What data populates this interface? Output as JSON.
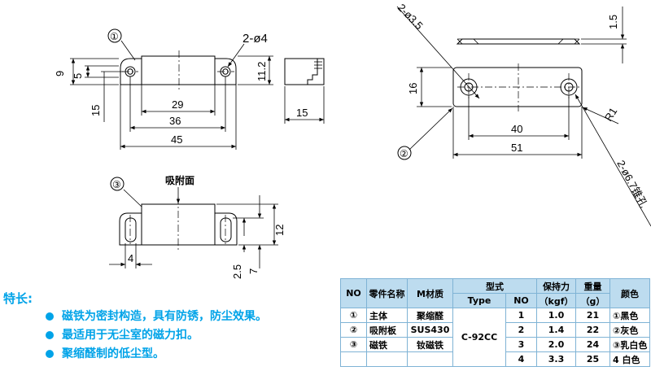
{
  "labels": {
    "marker1": "①",
    "marker2": "②",
    "marker3": "③",
    "holes_top": "2-ø4",
    "adhesion_face": "吸附面",
    "hole_right": "2-ø3.5",
    "countersink": "2-ø6.7锥孔",
    "radius": "R1"
  },
  "dims": {
    "d9": "9",
    "d5": "5",
    "d15a": "15",
    "d29": "29",
    "d36": "36",
    "d45": "45",
    "d112": "11.2",
    "d15b": "15",
    "d16": "16",
    "d40": "40",
    "d51": "51",
    "d15c": "1.5",
    "d4": "4",
    "d12": "12",
    "d25": "2.5",
    "d7": "7"
  },
  "features": {
    "title": "特长:",
    "items": [
      "磁铁为密封构造，具有防锈，防尘效果。",
      "最适用于无尘室的磁力扣。",
      "聚缩醛制的低尘型。"
    ]
  },
  "table": {
    "h_no": "NO",
    "h_part": "零件名称",
    "h_material": "M材质",
    "h_model": "型式",
    "h_holding": "保持力",
    "h_weight": "重量",
    "h_color": "颜色",
    "h_type": "Type",
    "h_no2": "NO",
    "h_kgf": "（kgf）",
    "h_g": "（g）",
    "type_value": "C-92CC",
    "rows": [
      {
        "no": "①",
        "part": "主体",
        "material": "聚缩醛",
        "no2": "1",
        "force": "1.0",
        "weight": "21",
        "color": "①黑色"
      },
      {
        "no": "②",
        "part": "吸附板",
        "material": "SUS430",
        "no2": "2",
        "force": "1.4",
        "weight": "22",
        "color": "②灰色"
      },
      {
        "no": "③",
        "part": "磁铁",
        "material": "钕磁铁",
        "no2": "3",
        "force": "2.0",
        "weight": "24",
        "color": "③乳白色"
      },
      {
        "no": "",
        "part": "",
        "material": "",
        "no2": "4",
        "force": "3.3",
        "weight": "25",
        "color": "4 白色"
      }
    ]
  }
}
